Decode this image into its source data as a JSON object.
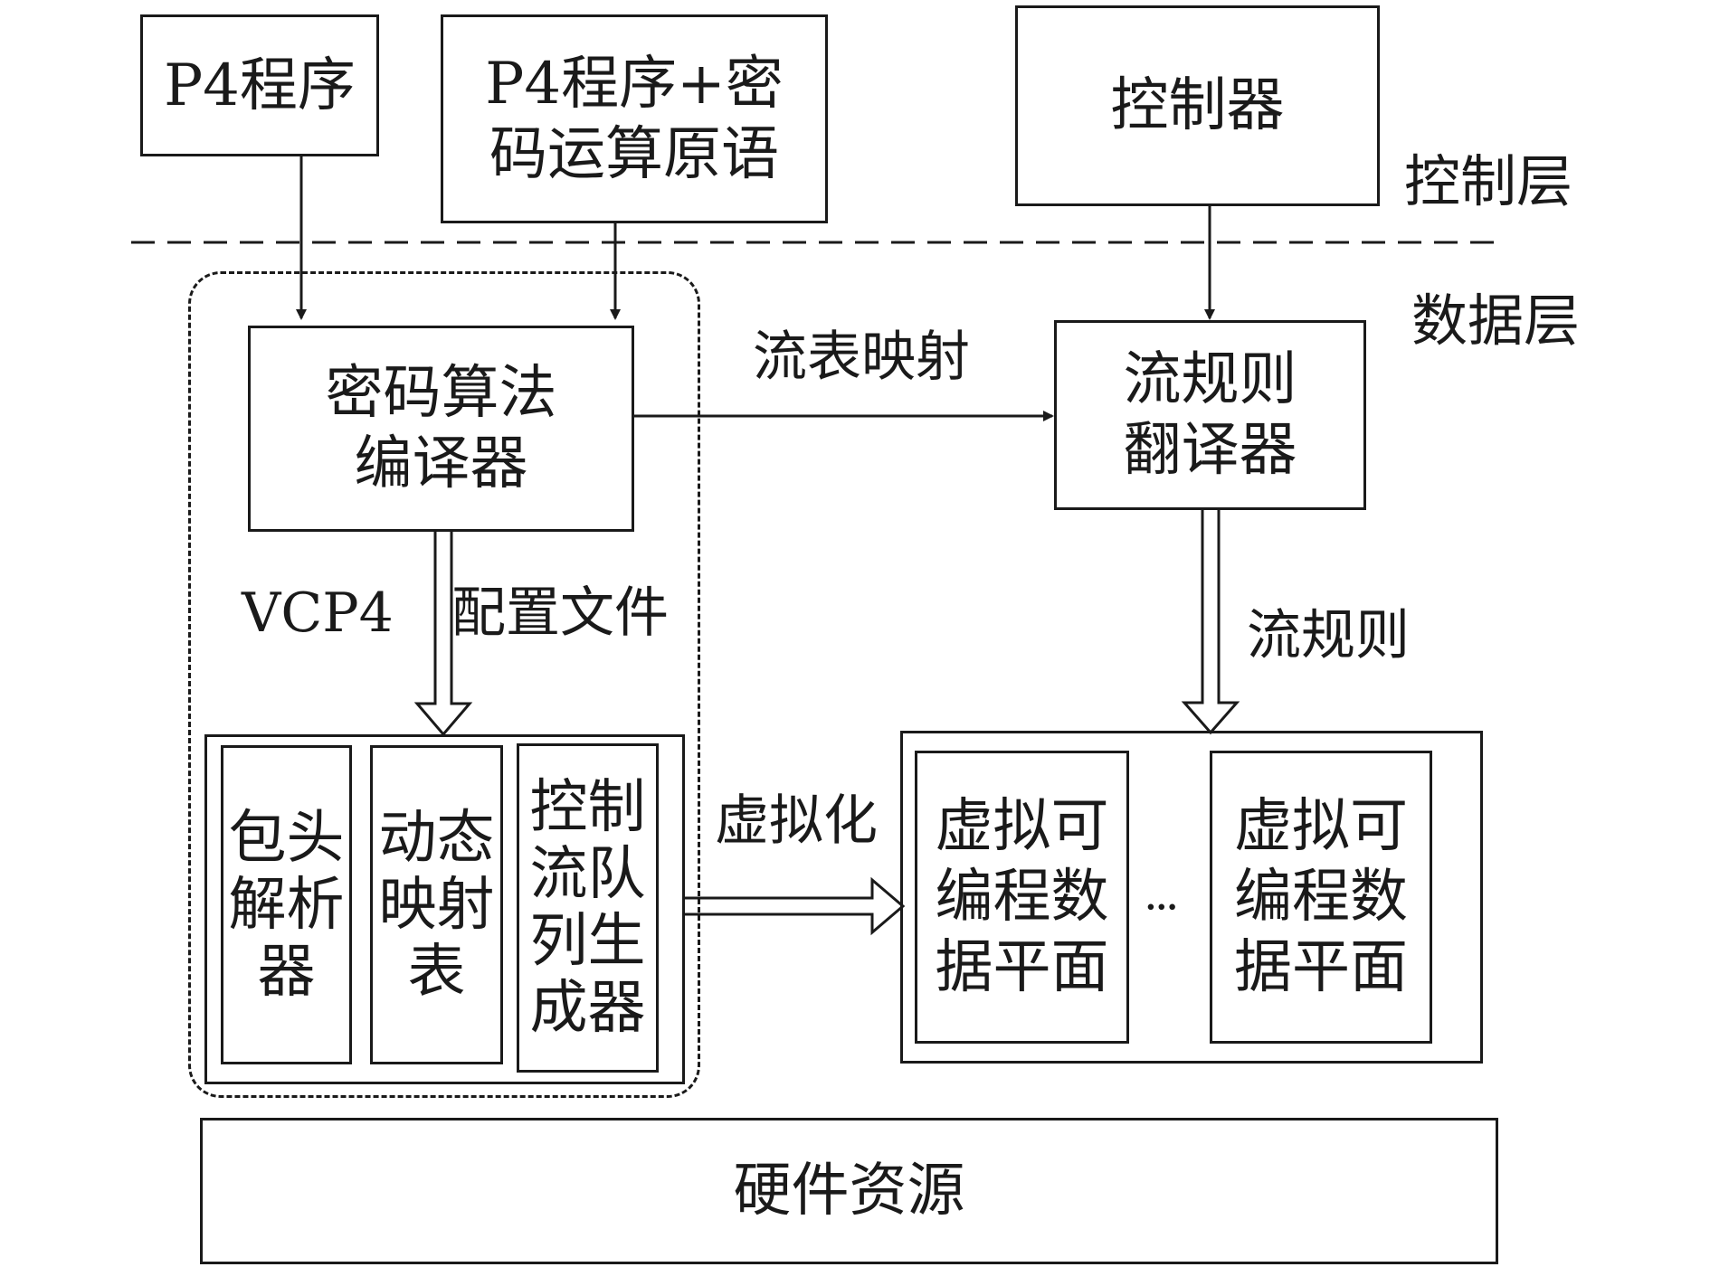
{
  "control": {
    "p4_program": "P4程序",
    "p4_crypto": "P4程序+密\n码运算原语",
    "controller": "控制器",
    "layer_label": "控制层"
  },
  "data": {
    "layer_label": "数据层",
    "vcp4": {
      "label": "VCP4",
      "compiler": "密码算法\n编译器",
      "config_label": "配置文件",
      "modules": [
        {
          "label": "包头\n解析\n器"
        },
        {
          "label": "动态\n映射\n表"
        },
        {
          "label": "控制\n流队\n列生\n成器"
        }
      ]
    },
    "flow_table_mapping": "流表映射",
    "translator": "流规则\n翻译器",
    "flow_rules_label": "流规则",
    "virtualization_label": "虚拟化",
    "planes": [
      {
        "label": "虚拟可\n编程数\n据平面"
      },
      {
        "label": "虚拟可\n编程数\n据平面"
      }
    ],
    "ellipsis": "···"
  },
  "hardware": "硬件资源"
}
